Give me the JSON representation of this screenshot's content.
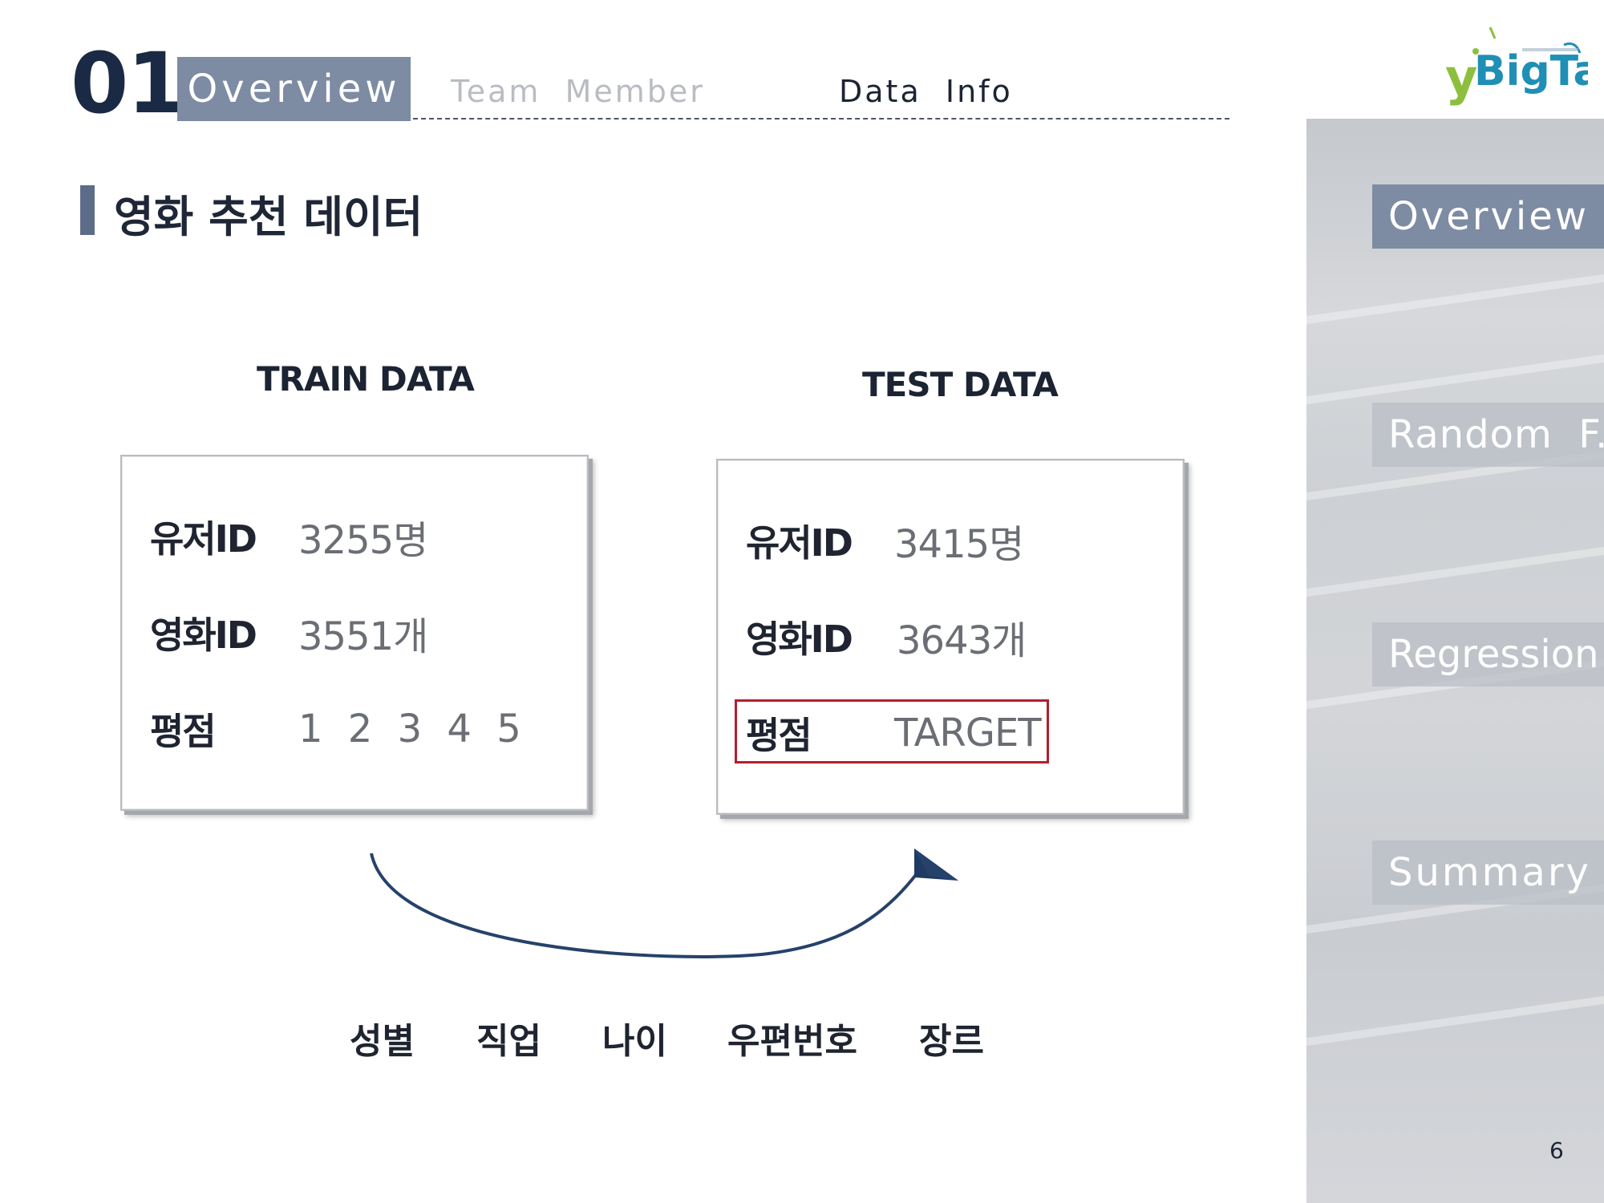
{
  "header": {
    "section_number": "01",
    "tabs": [
      {
        "label": "Overview",
        "active": true
      },
      {
        "label": "Team  Member",
        "active": false
      },
      {
        "label": "Data  Info",
        "active": false
      }
    ]
  },
  "logo": {
    "text": "yBigTa",
    "colors": {
      "y": "#8dbf3f",
      "BigTa": "#1f8fb5"
    }
  },
  "page_title": "영화 추천 데이터",
  "train": {
    "heading": "TRAIN DATA",
    "rows": [
      {
        "key": "유저ID",
        "value": "3255명"
      },
      {
        "key": "영화ID",
        "value": "3551개"
      },
      {
        "key": "평점",
        "value": "1 2 3 4 5"
      }
    ]
  },
  "test": {
    "heading": "TEST DATA",
    "rows": [
      {
        "key": "유저ID",
        "value": "3415명"
      },
      {
        "key": "영화ID",
        "value": "3643개"
      },
      {
        "key": "평점",
        "value": "TARGET"
      }
    ]
  },
  "features": [
    "성별",
    "직업",
    "나이",
    "우편번호",
    "장르"
  ],
  "sidebar": {
    "items": [
      {
        "label": "Overview",
        "active": true
      },
      {
        "label": "Random  F.",
        "active": false
      },
      {
        "label": "Regression",
        "active": false
      },
      {
        "label": "Summary",
        "active": false
      }
    ]
  },
  "page_number": "6",
  "colors": {
    "accent": "#7d8ba3",
    "navy": "#1b2a44",
    "target_border": "#b31e2c",
    "arrow": "#26426b"
  }
}
